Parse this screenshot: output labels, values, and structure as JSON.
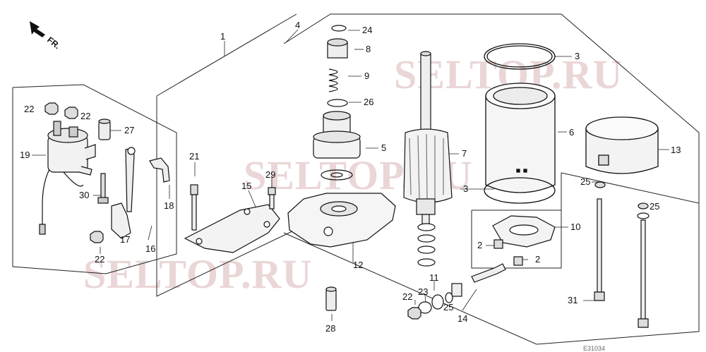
{
  "diagram": {
    "direction_label": "FR.",
    "watermark": "SELTOP.RU",
    "part_code": "E31034",
    "callouts": [
      {
        "id": "c1",
        "num": "1"
      },
      {
        "id": "c4",
        "num": "4"
      },
      {
        "id": "c24",
        "num": "24"
      },
      {
        "id": "c8",
        "num": "8"
      },
      {
        "id": "c9",
        "num": "9"
      },
      {
        "id": "c26",
        "num": "26"
      },
      {
        "id": "c5",
        "num": "5"
      },
      {
        "id": "c7",
        "num": "7"
      },
      {
        "id": "c3a",
        "num": "3"
      },
      {
        "id": "c6",
        "num": "6"
      },
      {
        "id": "c13",
        "num": "13"
      },
      {
        "id": "c3b",
        "num": "3"
      },
      {
        "id": "c25a",
        "num": "25"
      },
      {
        "id": "c25b",
        "num": "25"
      },
      {
        "id": "c10",
        "num": "10"
      },
      {
        "id": "c2a",
        "num": "2"
      },
      {
        "id": "c2b",
        "num": "2"
      },
      {
        "id": "c31",
        "num": "31"
      },
      {
        "id": "c22a",
        "num": "22"
      },
      {
        "id": "c22b",
        "num": "22"
      },
      {
        "id": "c27",
        "num": "27"
      },
      {
        "id": "c19",
        "num": "19"
      },
      {
        "id": "c30",
        "num": "30"
      },
      {
        "id": "c18",
        "num": "18"
      },
      {
        "id": "c17",
        "num": "17"
      },
      {
        "id": "c16",
        "num": "16"
      },
      {
        "id": "c22c",
        "num": "22"
      },
      {
        "id": "c21",
        "num": "21"
      },
      {
        "id": "c15",
        "num": "15"
      },
      {
        "id": "c29",
        "num": "29"
      },
      {
        "id": "c12",
        "num": "12"
      },
      {
        "id": "c28",
        "num": "28"
      },
      {
        "id": "c11",
        "num": "11"
      },
      {
        "id": "c22d",
        "num": "22"
      },
      {
        "id": "c23",
        "num": "23"
      },
      {
        "id": "c25c",
        "num": "25"
      },
      {
        "id": "c14",
        "num": "14"
      }
    ]
  }
}
